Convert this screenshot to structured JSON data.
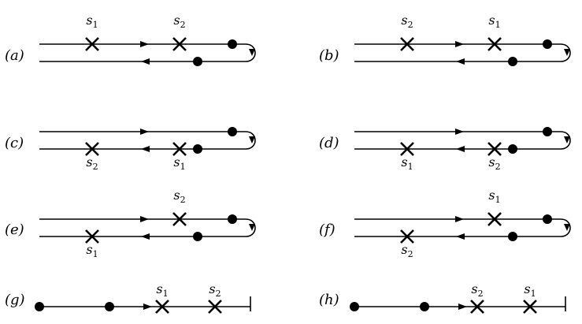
{
  "panels": [
    {
      "id": "a",
      "label": "(a)",
      "top": [
        {
          "kind": "cross",
          "name": "s",
          "sub": "1"
        },
        {
          "kind": "cross",
          "name": "s",
          "sub": "2"
        }
      ],
      "bottom": []
    },
    {
      "id": "b",
      "label": "(b)",
      "top": [
        {
          "kind": "cross",
          "name": "s",
          "sub": "2"
        },
        {
          "kind": "cross",
          "name": "s",
          "sub": "1"
        }
      ],
      "bottom": []
    },
    {
      "id": "c",
      "label": "(c)",
      "top": [],
      "bottom": [
        {
          "kind": "cross",
          "name": "s",
          "sub": "2"
        },
        {
          "kind": "cross",
          "name": "s",
          "sub": "1"
        }
      ]
    },
    {
      "id": "d",
      "label": "(d)",
      "top": [],
      "bottom": [
        {
          "kind": "cross",
          "name": "s",
          "sub": "1"
        },
        {
          "kind": "cross",
          "name": "s",
          "sub": "2"
        }
      ]
    },
    {
      "id": "e",
      "label": "(e)",
      "top": [
        {
          "kind": "cross",
          "name": "s",
          "sub": "2"
        }
      ],
      "bottom": [
        {
          "kind": "cross",
          "name": "s",
          "sub": "1"
        }
      ]
    },
    {
      "id": "f",
      "label": "(f)",
      "top": [
        {
          "kind": "cross",
          "name": "s",
          "sub": "1"
        }
      ],
      "bottom": [
        {
          "kind": "cross",
          "name": "s",
          "sub": "2"
        }
      ]
    },
    {
      "id": "g",
      "label": "(g)",
      "single": [
        {
          "kind": "dot"
        },
        {
          "kind": "dot"
        },
        {
          "kind": "cross",
          "name": "s",
          "sub": "1"
        },
        {
          "kind": "cross",
          "name": "s",
          "sub": "2"
        }
      ]
    },
    {
      "id": "h",
      "label": "(h)",
      "single": [
        {
          "kind": "dot"
        },
        {
          "kind": "dot"
        },
        {
          "kind": "cross",
          "name": "s",
          "sub": "2"
        },
        {
          "kind": "cross",
          "name": "s",
          "sub": "1"
        }
      ]
    }
  ]
}
